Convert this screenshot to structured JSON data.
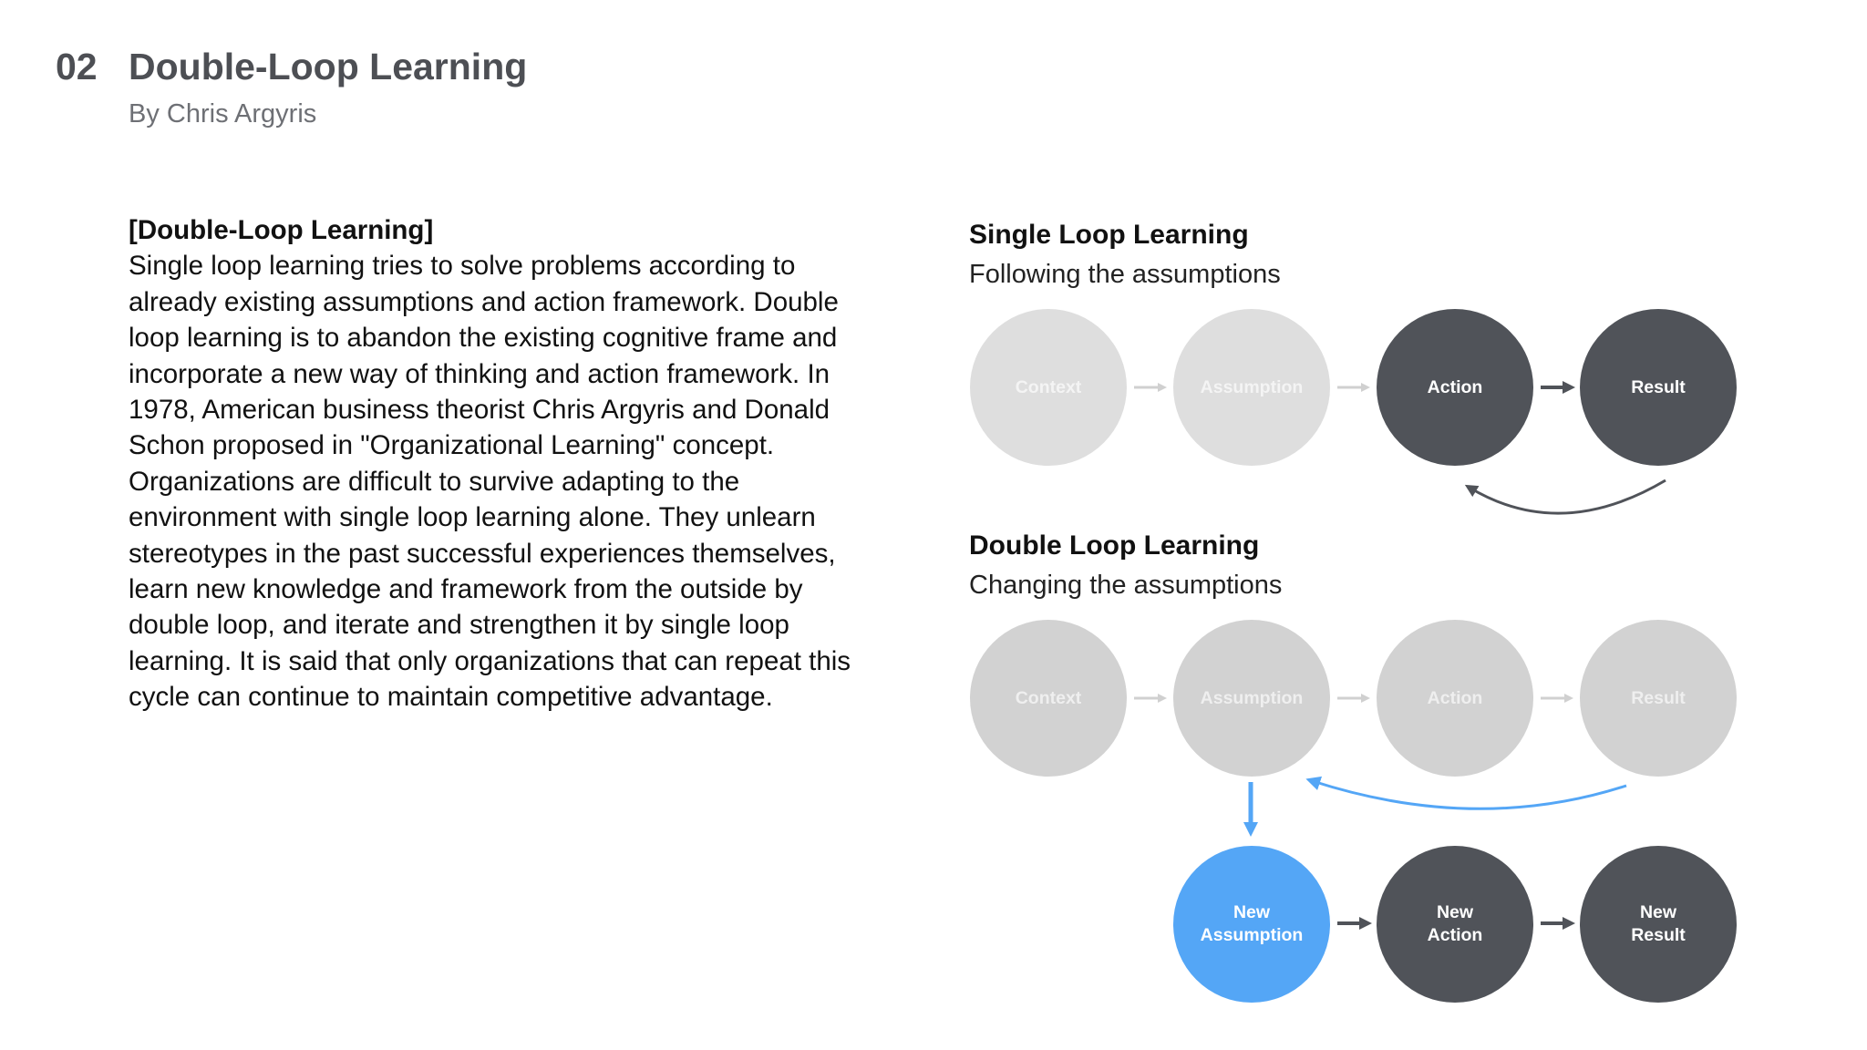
{
  "header": {
    "number": "02",
    "title": "Double-Loop Learning",
    "subtitle": "By Chris Argyris"
  },
  "text": {
    "heading": "[Double-Loop Learning]",
    "body": "Single loop learning tries to solve problems according to already existing assumptions and action framework. Double loop learning is to abandon the existing cognitive frame and incorporate a new way of thinking and action framework. In 1978, American business theorist Chris Argyris and Donald Schon proposed in \"Organizational Learning\" concept. Organizations are difficult to survive adapting to the environment with single loop learning alone. They unlearn stereotypes in the past successful experiences themselves, learn new knowledge and framework from the outside by double loop, and iterate and strengthen it by single loop learning. It is said that only organizations that can repeat this cycle can continue to maintain competitive advantage."
  },
  "single_loop": {
    "title": "Single Loop Learning",
    "subtitle": "Following the assumptions",
    "nodes": {
      "context": "Context",
      "assumption": "Assumption",
      "action": "Action",
      "result": "Result"
    }
  },
  "double_loop": {
    "title": "Double Loop Learning",
    "subtitle": "Changing the assumptions",
    "nodes": {
      "context": "Context",
      "assumption": "Assumption",
      "action": "Action",
      "result": "Result"
    },
    "new_nodes": {
      "new_assumption_line1": "New",
      "new_assumption_line2": "Assumption",
      "new_action_line1": "New",
      "new_action_line2": "Action",
      "new_result_line1": "New",
      "new_result_line2": "Result"
    }
  },
  "colors": {
    "faded_node": "#d2d2d2",
    "dark_node": "#505359",
    "accent_blue": "#54a6f6",
    "faded_arrow": "#d0d0d0",
    "dark_arrow": "#505359",
    "blue_arrow": "#54a6f6"
  }
}
